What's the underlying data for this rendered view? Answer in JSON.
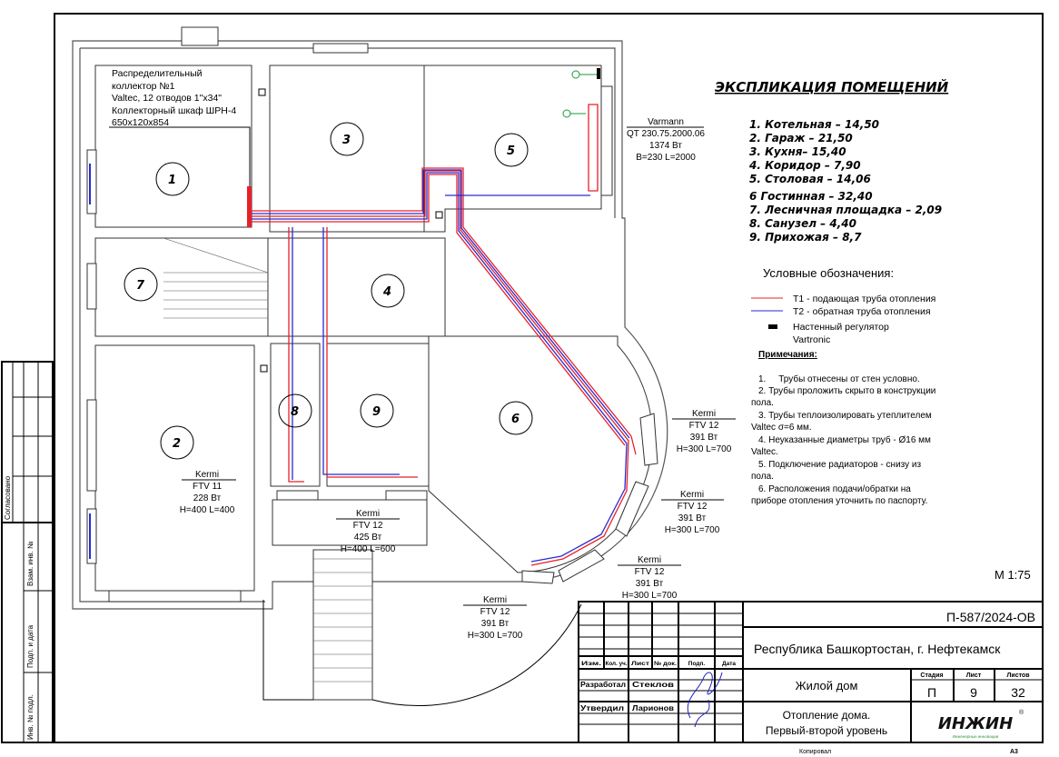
{
  "collector_note": [
    "Распределительный",
    "коллектор №1",
    "Valtec, 12 отводов 1\"x34\"",
    "Коллекторный шкаф ШРН-4",
    "650x120x854"
  ],
  "rooms": [
    {
      "num": "1",
      "label": "1. Котельная – 14,50"
    },
    {
      "num": "2",
      "label": "2. Гараж – 21,50"
    },
    {
      "num": "3",
      "label": "3. Кухня– 15,40"
    },
    {
      "num": "4",
      "label": "4. Коридор – 7,90"
    },
    {
      "num": "5",
      "label": "5. Столовая – 14,06"
    },
    {
      "num": "6",
      "label": "6 Гостинная – 32,40"
    },
    {
      "num": "7",
      "label": "7. Лесничная площадка – 2,09"
    },
    {
      "num": "8",
      "label": "8. Санузел – 4,40"
    },
    {
      "num": "9",
      "label": "9. Прихожая – 8,7"
    }
  ],
  "explication_title": "ЭКСПЛИКАЦИЯ ПОМЕЩЕНИЙ",
  "radiators": [
    {
      "lines": [
        "Varmann",
        "QT 230.75.2000.06",
        "1374 Вт",
        "B=230 L=2000"
      ]
    },
    {
      "lines": [
        "Kermi",
        "FTV 12",
        "391 Вт",
        "H=300 L=700"
      ]
    },
    {
      "lines": [
        "Kermi",
        "FTV 12",
        "391 Вт",
        "H=300 L=700"
      ]
    },
    {
      "lines": [
        "Kermi",
        "FTV 12",
        "391 Вт",
        "H=300 L=700"
      ]
    },
    {
      "lines": [
        "Kermi",
        "FTV 12",
        "391 Вт",
        "H=300 L=700"
      ]
    },
    {
      "lines": [
        "Kermi",
        "FTV 11",
        "228 Вт",
        "H=400 L=400"
      ]
    },
    {
      "lines": [
        "Kermi",
        "FTV 12",
        "425 Вт",
        "H=400 L=600"
      ]
    }
  ],
  "legend": {
    "title": "Условные обозначения:",
    "t1": "Т1 - подающая труба отопления",
    "t2": "Т2 - обратная труба отопления",
    "reg1": "Настенный регулятор",
    "reg2": "Vartronic",
    "colors": {
      "supply": "#e8202a",
      "return": "#2a2ad0"
    }
  },
  "notes": {
    "title": "Примечания:",
    "lines": [
      "1.     Трубы отнесены от стен условно.",
      "2.     Трубы проложить скрыто в конструкции",
      "пола.",
      "3.     Трубы теплоизолировать утеплителем",
      "Valtec σ=6 мм.",
      "4.     Неуказанные диаметры труб - Ø16 мм",
      "Valtec.",
      "5.     Подключение радиаторов - снизу из",
      "пола.",
      "6.     Расположения подачи/обратки на",
      "приборе отопления уточнить по паспорту."
    ]
  },
  "scale": "М 1:75",
  "stamp": {
    "code": "П-587/2024-ОВ",
    "location": "Республика Башкортостан, г. Нефтекамск",
    "object": "Жилой дом",
    "sheet_title": [
      "Отопление дома.",
      "Первый-второй уровень"
    ],
    "headers": [
      "Изм.",
      "Кол. уч.",
      "Лист",
      "№ док.",
      "Подп.",
      "Дата"
    ],
    "roles": [
      {
        "role": "Разработал",
        "name": "Стеклов"
      },
      {
        "role": "Утвердил",
        "name": "Ларионов"
      }
    ],
    "stage_h": "Стадия",
    "sheet_h": "Лист",
    "sheets_h": "Листов",
    "stage": "П",
    "sheet": "9",
    "sheets": "32",
    "logo": "ИНЖИН",
    "logo_sub": "Инженерные инновации",
    "copied": "Копировал",
    "format": "А3"
  },
  "side_stamp": [
    "Согласовано",
    "Взам. инв. №",
    "Подп. и дата",
    "Инв. № подл."
  ]
}
